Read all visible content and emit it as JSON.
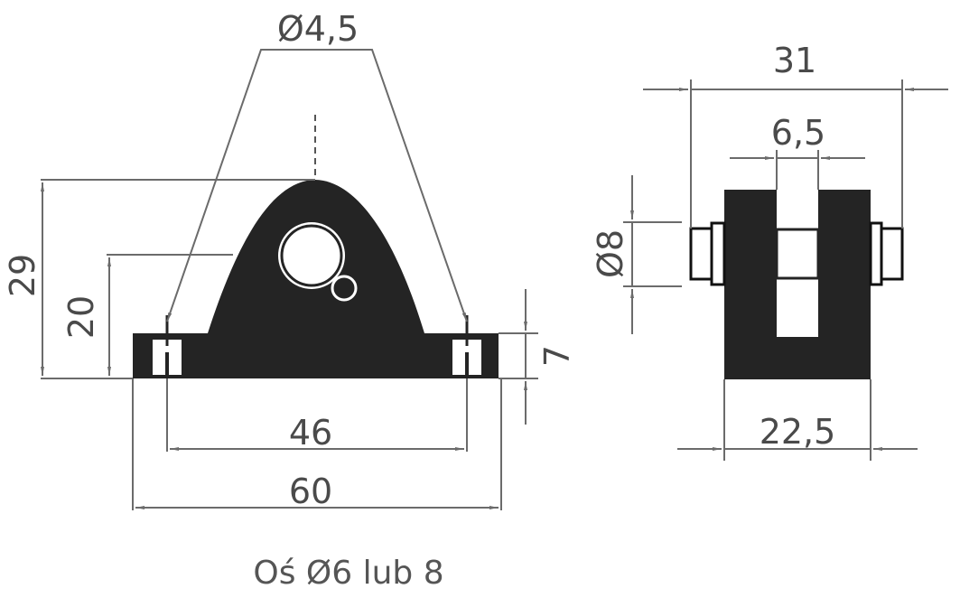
{
  "drawing": {
    "caption": "Oś Ø6 lub 8",
    "colors": {
      "part": "#242424",
      "dimension": "#6b6b6b",
      "text": "#4a4a4a",
      "background": "#ffffff"
    }
  },
  "front_view": {
    "hole_diameter_label": "Ø4,5",
    "total_height_label": "29",
    "axis_height_label": "20",
    "base_thickness_label": "7",
    "hole_spacing_label": "46",
    "total_length_label": "60"
  },
  "side_view": {
    "total_width_label": "31",
    "slot_width_label": "6,5",
    "pin_diameter_label": "Ø8",
    "body_width_label": "22,5"
  }
}
